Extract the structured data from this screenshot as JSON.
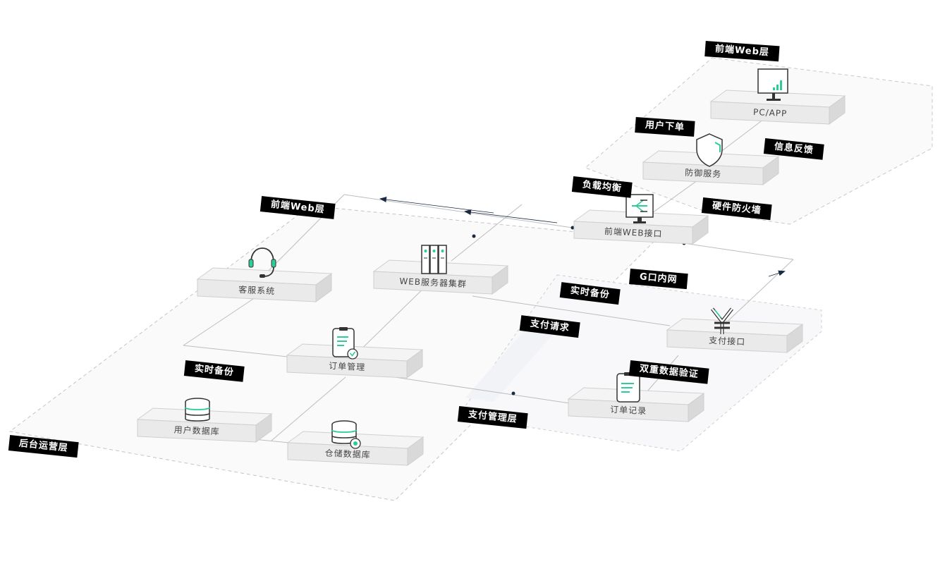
{
  "colors": {
    "accent": "#2ecc9a",
    "tag_bg": "#000000",
    "tag_text": "#ffffff",
    "box_top": "#f4f4f4",
    "box_front": "#eaeaea",
    "box_side": "#d9d9d9",
    "line": "#bbbbbb",
    "dashed": "#c4c4c4",
    "arrow": "#1a2a40"
  },
  "nodes": {
    "pc_app": {
      "label": "PC/APP",
      "icon": "monitor-chart-icon"
    },
    "defense": {
      "label": "防御服务",
      "icon": "shield-icon"
    },
    "web_api": {
      "label": "前端WEB接口",
      "icon": "load-balancer-icon"
    },
    "web_cluster": {
      "label": "WEB服务器集群",
      "icon": "server-rack-icon"
    },
    "customer_service": {
      "label": "客服系统",
      "icon": "headset-icon"
    },
    "order_mgmt": {
      "label": "订单管理",
      "icon": "clipboard-check-icon"
    },
    "user_db": {
      "label": "用户数据库",
      "icon": "database-icon"
    },
    "warehouse_db": {
      "label": "仓储数据库",
      "icon": "database-settings-icon"
    },
    "pay_api": {
      "label": "支付接口",
      "icon": "yen-icon"
    },
    "order_record": {
      "label": "订单记录",
      "icon": "document-list-icon"
    }
  },
  "tags": {
    "frontend_top": "前端Web层",
    "user_order": "用户下单",
    "info_feedback": "信息反馈",
    "load_balance": "负载均衡",
    "hw_firewall": "硬件防火墙",
    "frontend_left": "前端Web层",
    "g_intranet": "G口内网",
    "realtime_backup_top": "实时备份",
    "pay_request": "支付请求",
    "dual_verify": "双重数据验证",
    "realtime_backup_left": "实时备份",
    "pay_layer": "支付管理层",
    "backend_layer": "后台运营层"
  }
}
